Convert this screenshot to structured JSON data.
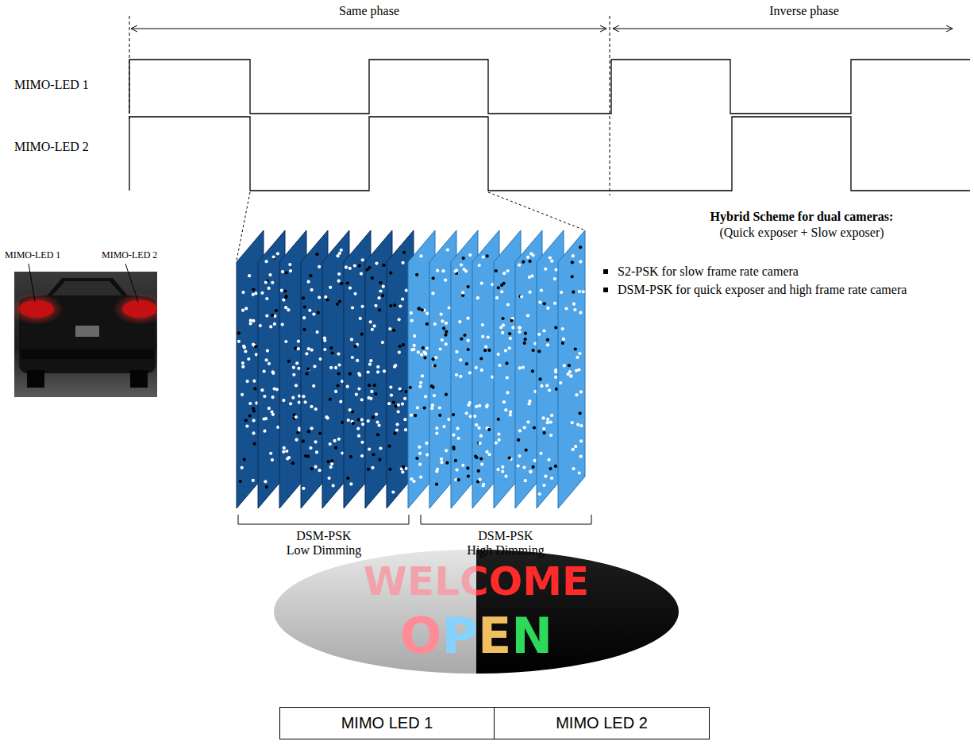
{
  "diagram": {
    "labels": [
      "Same phase",
      "Inverse phase",
      "MIMO-LED 1",
      "MIMO-LED 2",
      "Hybrid Scheme for dual cameras:",
      "(Quick exposer + Slow exposer)",
      "MIMO-LED 1",
      "MIMO-LED 2",
      "S2-PSK for slow frame rate camera",
      "DSM-PSK for quick exposer and high frame rate camera",
      "DSM-PSK Low Dimming",
      "DSM-PSK High Dimming",
      "WELCOME",
      "OPEN",
      "MIMO LED 1",
      "MIMO LED 2"
    ]
  }
}
